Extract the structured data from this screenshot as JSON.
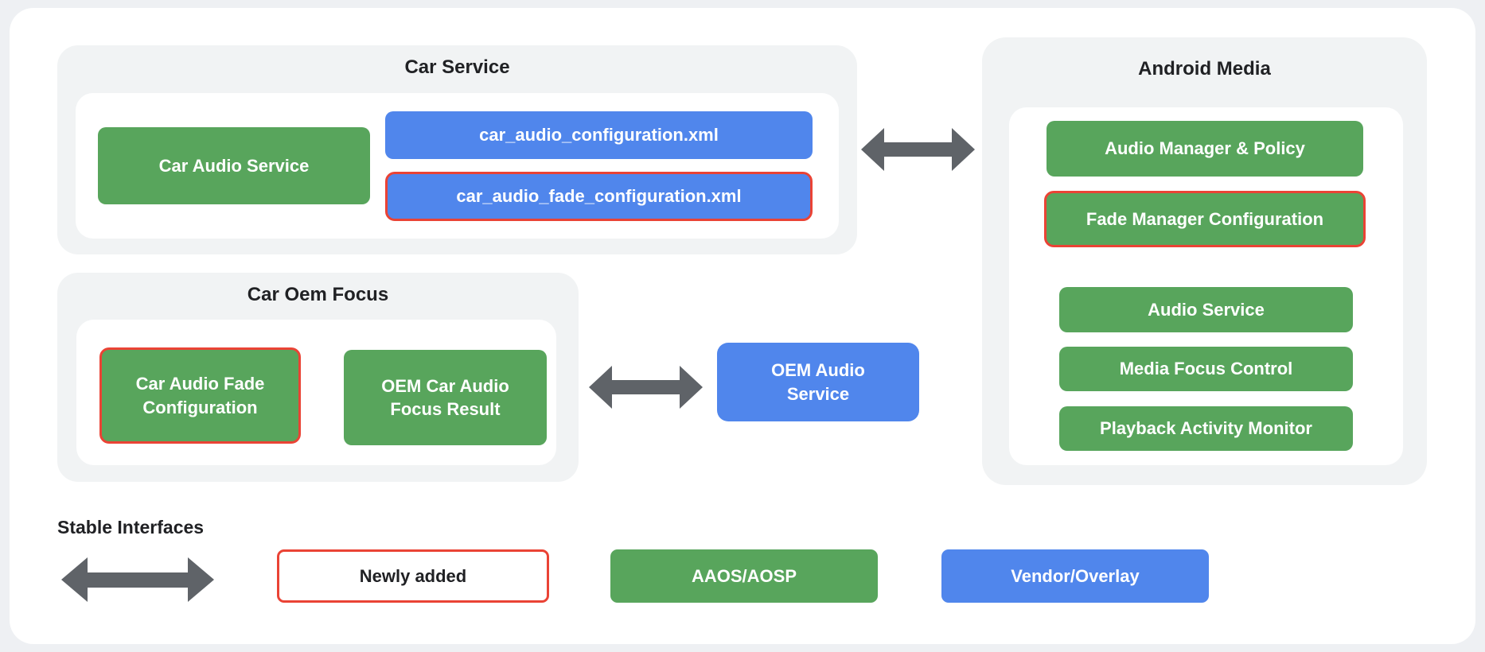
{
  "colors": {
    "background": "#eef0f3",
    "surface": "#ffffff",
    "container": "#f1f3f4",
    "green": "#58a55c",
    "blue": "#5086ec",
    "red": "#ea4335",
    "arrow": "#5f6368",
    "text-dark": "#202124",
    "text-light": "#ffffff"
  },
  "groups": {
    "car_service": {
      "title": "Car Service",
      "car_audio_service": "Car Audio Service",
      "config_xml": "car_audio_configuration.xml",
      "fade_config_xml": "car_audio_fade_configuration.xml"
    },
    "android_media": {
      "title": "Android Media",
      "audio_manager_policy": "Audio Manager & Policy",
      "fade_manager_configuration": "Fade Manager Configuration",
      "audio_service": "Audio Service",
      "media_focus_control": "Media Focus Control",
      "playback_activity_monitor": "Playback Activity Monitor"
    },
    "car_oem_focus": {
      "title": "Car Oem Focus",
      "car_audio_fade_configuration": "Car Audio Fade Configuration",
      "oem_car_audio_focus_result": "OEM Car Audio Focus Result"
    },
    "oem_audio_service": "OEM Audio Service"
  },
  "legend": {
    "stable_interfaces": "Stable Interfaces",
    "newly_added": "Newly added",
    "aaos_aosp": "AAOS/AOSP",
    "vendor_overlay": "Vendor/Overlay"
  },
  "icons": {
    "double_arrow": "↔"
  }
}
